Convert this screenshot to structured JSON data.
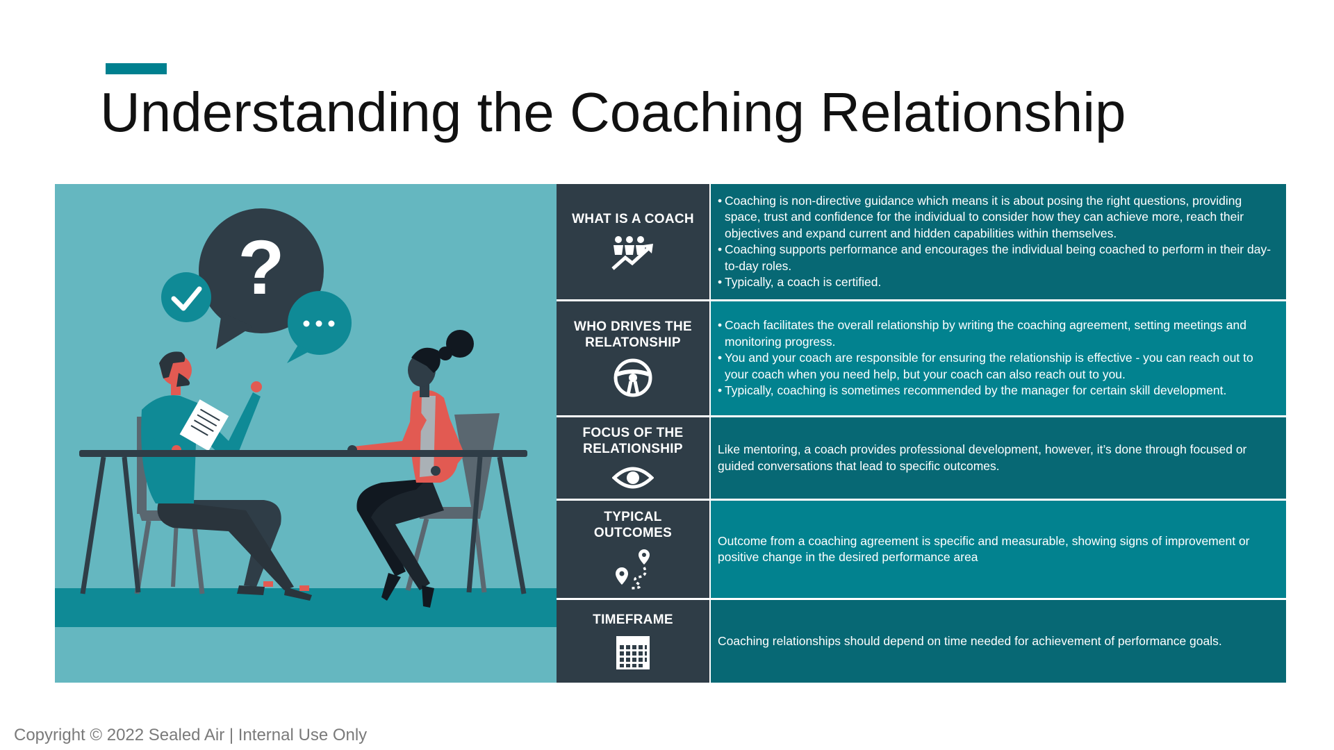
{
  "title": "Understanding the Coaching Relationship",
  "colors": {
    "accent": "#00808f",
    "label_bg": "#2f3d47",
    "content_dark": "#076874",
    "content_light": "#02828f",
    "illustration_bg": "#65b7c0"
  },
  "illustration": {
    "speech_bubble_text": "?",
    "dots_text": "•••",
    "icons": [
      "question-bubble-icon",
      "checkmark-icon",
      "ellipsis-bubble-icon"
    ]
  },
  "rows": [
    {
      "label": "WHAT IS A COACH",
      "icon": "people-growth-icon",
      "bullets": [
        "Coaching is non-directive guidance which means it is about posing the right questions, providing space, trust and confidence for the individual to consider how they can achieve more, reach their objectives and expand current and hidden capabilities within themselves.",
        "Coaching supports performance and encourages the individual being coached to perform in their day-to-day roles.",
        "Typically, a coach is certified."
      ]
    },
    {
      "label": "WHO DRIVES THE RELATONSHIP",
      "icon": "steering-wheel-icon",
      "bullets": [
        "Coach facilitates the overall relationship by writing the coaching agreement, setting meetings and monitoring progress.",
        "You and your coach are responsible for ensuring the relationship is effective - you can reach out to your coach when you need help, but your coach can also reach out to you.",
        "Typically, coaching is sometimes recommended by the manager for certain skill development."
      ]
    },
    {
      "label": "FOCUS OF THE RELATIONSHIP",
      "icon": "eye-icon",
      "text": "Like mentoring, a coach provides professional development, however, it’s done through focused or guided conversations that lead to specific outcomes."
    },
    {
      "label": "TYPICAL OUTCOMES",
      "icon": "route-pins-icon",
      "text": "Outcome from a coaching agreement is specific and measurable, showing signs of improvement or positive change in the desired performance area"
    },
    {
      "label": "TIMEFRAME",
      "icon": "calendar-icon",
      "text": "Coaching relationships should depend on time needed for achievement of performance goals."
    }
  ],
  "footer": "Copyright © 2022 Sealed Air | Internal Use Only"
}
